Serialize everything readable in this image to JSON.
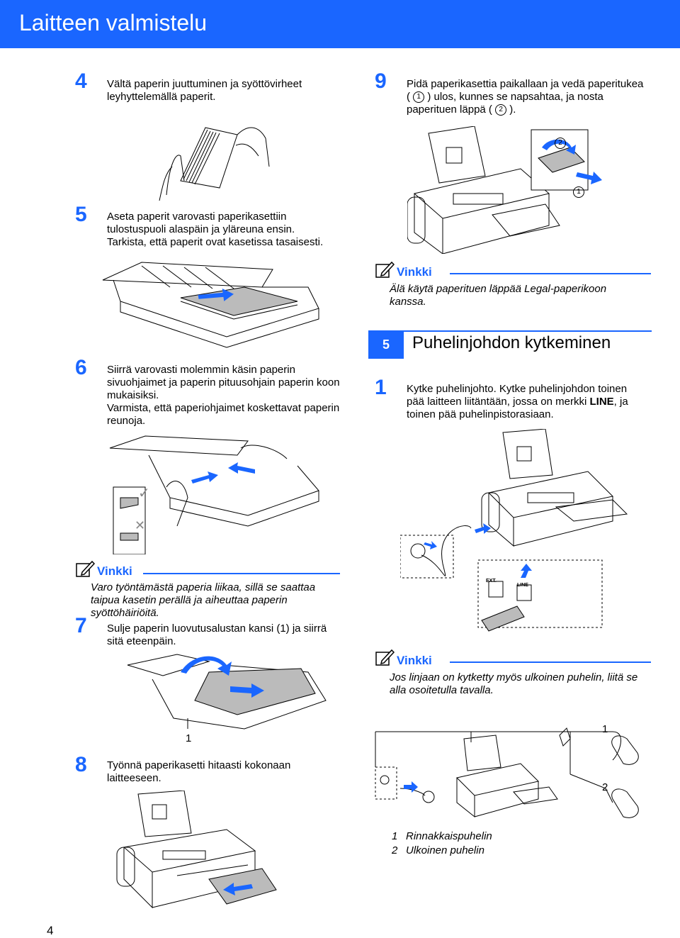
{
  "header": {
    "title": "Laitteen valmistelu"
  },
  "steps": {
    "s4": {
      "num": "4",
      "text": "Vältä paperin juuttuminen ja syöttövirheet leyhyttelemällä paperit."
    },
    "s5": {
      "num": "5",
      "text1": "Aseta paperit varovasti paperikasettiin tulostuspuoli alaspäin ja yläreuna ensin.",
      "text2": "Tarkista, että paperit ovat kasetissa tasaisesti."
    },
    "s6": {
      "num": "6",
      "text1": "Siirrä varovasti molemmin käsin paperin sivuohjaimet ja paperin pituusohjain paperin koon mukaisiksi.",
      "text2": "Varmista, että paperiohjaimet koskettavat paperin reunoja."
    },
    "s7": {
      "num": "7",
      "text": "Sulje paperin luovutusalustan kansi (1) ja siirrä sitä eteenpäin."
    },
    "s8": {
      "num": "8",
      "text": "Työnnä paperikasetti hitaasti kokonaan laitteeseen."
    },
    "s9": {
      "num": "9",
      "text_a": "Pidä paperikasettia paikallaan ja vedä paperitukea (",
      "c1": "1",
      "text_b": ") ulos, kunnes se napsahtaa, ja nosta paperituen läppä (",
      "c2": "2",
      "text_c": ")."
    },
    "s1": {
      "num": "1",
      "text_a": "Kytke puhelinjohto. Kytke puhelinjohdon toinen pää laitteen liitäntään, jossa on merkki ",
      "bold": "LINE",
      "text_b": ", ja toinen pää puhelinpistorasiaan."
    }
  },
  "notes": {
    "heading": "Vinkki",
    "n1": "Varo työntämästä paperia liikaa, sillä se saattaa taipua kasetin perällä ja aiheuttaa paperin syöttöhäiriöitä.",
    "n2": "Älä käytä paperituen läppää Legal-paperikoon kanssa.",
    "n3": "Jos linjaan on kytketty myös ulkoinen puhelin, liitä se alla osoitetulla tavalla."
  },
  "section": {
    "num": "5",
    "title": "Puhelinjohdon kytkeminen"
  },
  "labels": {
    "fig7_1": "1",
    "fig9_1": "1",
    "fig9_2": "2",
    "ext_label": "EXT.",
    "line_label": "LINE",
    "phone1": "1",
    "phone2": "2",
    "legend1_num": "1",
    "legend1": "Rinnakkaispuhelin",
    "legend2_num": "2",
    "legend2": "Ulkoinen puhelin"
  },
  "page": {
    "number": "4"
  },
  "colors": {
    "accent": "#1a66ff"
  },
  "icons": [
    "pencil-note-icon",
    "checkmark-icon",
    "cross-icon",
    "arrow-icon"
  ]
}
